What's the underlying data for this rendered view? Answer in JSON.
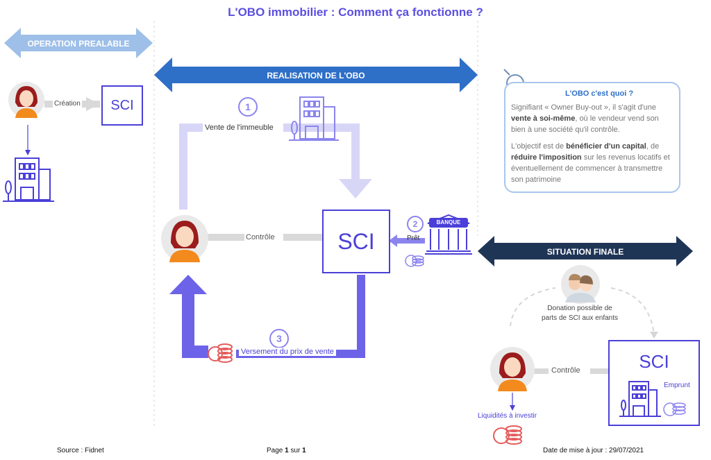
{
  "title": "L'OBO immobilier : Comment ça fonctionne ?",
  "sections": {
    "prealable": "OPERATION PREALABLE",
    "realisation": "REALISATION DE L'OBO",
    "finale": "SITUATION FINALE"
  },
  "left": {
    "creation_label": "Création",
    "sci_label": "SCI"
  },
  "center": {
    "step1_num": "1",
    "step1_label": "Vente de l'immeuble",
    "step2_num": "2",
    "step2_label": "Prêt",
    "bank_label": "BANQUE",
    "step3_num": "3",
    "step3_label": "Versement du prix de vente",
    "control_label": "Contrôle",
    "sci_label": "SCI"
  },
  "info": {
    "title": "L'OBO c'est quoi ?",
    "p1_a": "Signifiant « Owner Buy-out », il s'agit d'une ",
    "p1_b": "vente à soi-même",
    "p1_c": ", où le vendeur vend son bien à une société qu'il contrôle.",
    "p2_a": "L'objectif est de ",
    "p2_b": "bénéficier d'un capital",
    "p2_c": ", de ",
    "p2_d": "réduire l'imposition",
    "p2_e": " sur les revenus locatifs et éventuellement de commencer à transmettre son patrimoine"
  },
  "finale": {
    "donation_line1": "Donation possible de",
    "donation_line2": "parts de SCI aux enfants",
    "control_label": "Contrôle",
    "sci_label": "SCI",
    "emprunt_label": "Emprunt",
    "liquidites_label": "Liquidités à investir"
  },
  "footer": {
    "source": "Source : Fidnet",
    "page_a": "Page ",
    "page_num": "1",
    "page_b": " sur ",
    "page_total": "1",
    "date": "Date de mise à jour : 29/07/2021"
  },
  "colors": {
    "accent": "#4a3fd8",
    "light_blue": "#8fb4e3",
    "mid_blue": "#2e6fc7",
    "dark_navy": "#1f3556",
    "lavender": "#cfcdf5",
    "violet": "#6c63e8",
    "skin": "#fbd9c0",
    "hair": "#9b1c1c",
    "shirt": "#f28a1e",
    "coin_red": "#e55b5b"
  }
}
